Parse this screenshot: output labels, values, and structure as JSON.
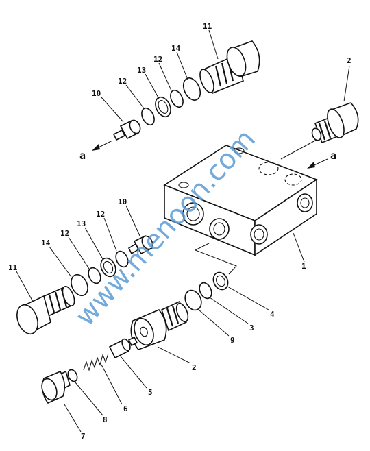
{
  "callouts": {
    "c1": "1",
    "c2_top": "2",
    "c2_bottom": "2",
    "c3": "3",
    "c4": "4",
    "c5": "5",
    "c6": "6",
    "c7": "7",
    "c8": "8",
    "c9": "9",
    "c10_top": "10",
    "c10_mid": "10",
    "c11_top": "11",
    "c11_left": "11",
    "c12_top_a": "12",
    "c12_top_b": "12",
    "c12_mid_a": "12",
    "c12_mid_b": "12",
    "c13_top": "13",
    "c13_mid": "13",
    "c14_top": "14",
    "c14_left": "14"
  },
  "direction_labels": {
    "left": "a",
    "right": "a"
  },
  "watermark": "www.menoon.com",
  "colors": {
    "line": "#111111",
    "watermark": "#5b9bd5"
  }
}
